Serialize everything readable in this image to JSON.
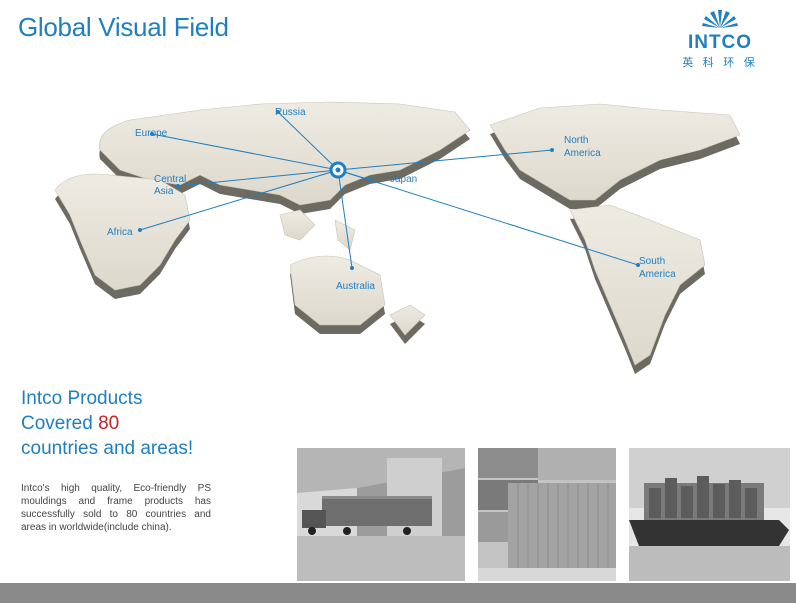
{
  "page": {
    "title": "Global Visual Field"
  },
  "logo": {
    "word": "INTCO",
    "chinese": "英 科 环 保",
    "color": "#1f7fc0"
  },
  "map": {
    "labels": {
      "europe": "Europe",
      "russia": "Russia",
      "central_asia_1": "Central",
      "central_asia_2": "Asia",
      "japan": "Japan",
      "africa": "Africa",
      "australia": "Australia",
      "north_america_1": "North",
      "north_america_2": "America",
      "south_america_1": "South",
      "south_america_2": "America"
    },
    "hub_icon": "target-ring-icon",
    "line_color": "#1f7fc0"
  },
  "headline": {
    "line1": "Intco Products",
    "line2_prefix": "Covered ",
    "line2_number": "80",
    "line3": "countries and areas!"
  },
  "description": "Intco's high quality, Eco-friendly PS mouldings and frame products has successfully sold to 80 countries and areas in worldwide(include china).",
  "photos": [
    {
      "subject": "warehouse-loading-dock"
    },
    {
      "subject": "shipping-containers"
    },
    {
      "subject": "container-ship"
    }
  ],
  "colors": {
    "accent": "#1f7fc0",
    "highlight": "#c0262a",
    "footer": "#8a8a8a"
  }
}
